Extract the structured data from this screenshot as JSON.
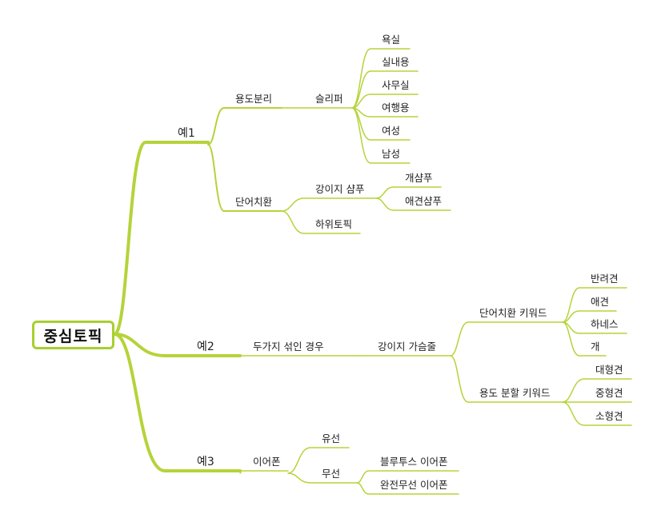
{
  "colors": {
    "branch": "#b5d33a",
    "root_border": "#a8cf2e",
    "text": "#222222"
  },
  "root": {
    "label": "중심토픽"
  },
  "nodes": {
    "ex1": "예1",
    "ex2": "예2",
    "ex3": "예3",
    "usage_split": "용도분리",
    "slipper": "슬리퍼",
    "bath": "욕실",
    "indoor": "실내용",
    "office": "사무실",
    "travel": "여행용",
    "female": "여성",
    "male": "남성",
    "word_replace": "단어치환",
    "dog_shampoo": "강이지 샴푸",
    "gae_shampoo": "개샴푸",
    "pet_shampoo": "애견샴푸",
    "sub_topic": "하위토픽",
    "mixed_case": "두가지 섞인 경우",
    "dog_harness": "강이지 가슴줄",
    "replace_keyword": "단어치환 키워드",
    "companion_dog": "반려견",
    "pet_dog": "애견",
    "harness": "하네스",
    "dog": "개",
    "usage_keyword": "용도 분할 키워드",
    "large_dog": "대형견",
    "medium_dog": "중형견",
    "small_dog": "소형견",
    "earphone": "이어폰",
    "wired": "유선",
    "wireless": "무선",
    "bt_earphone": "블루투스 이어폰",
    "tws_earphone": "완전무선 이어폰"
  }
}
